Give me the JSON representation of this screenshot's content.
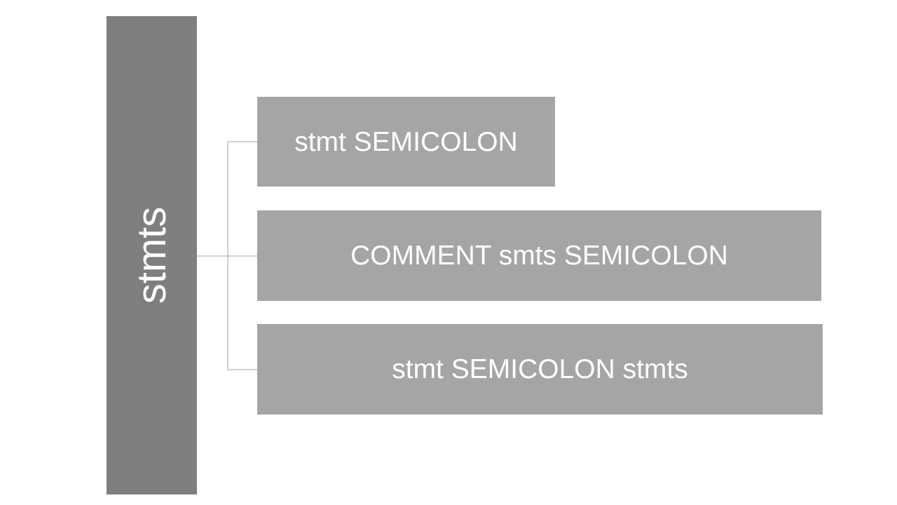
{
  "diagram": {
    "root": {
      "label": "stmts"
    },
    "children": [
      {
        "label": "stmt SEMICOLON"
      },
      {
        "label": "COMMENT smts SEMICOLON"
      },
      {
        "label": "stmt SEMICOLON stmts"
      }
    ]
  },
  "colors": {
    "root_fill": "#7f7f7f",
    "child_fill": "#a5a5a5",
    "text": "#ffffff",
    "connector": "#a6a6a6"
  }
}
